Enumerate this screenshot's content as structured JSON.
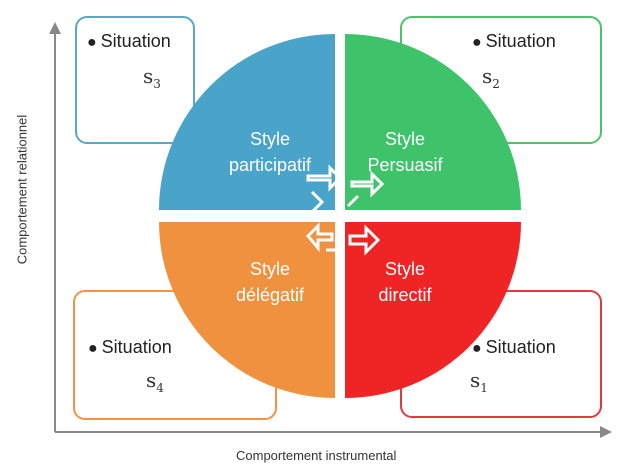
{
  "axes": {
    "x_label": "Comportement instrumental",
    "y_label": "Comportement relationnel"
  },
  "situations": {
    "s3": {
      "label": "Situation",
      "var": "s",
      "sub": "3",
      "border": "#5aa7c6"
    },
    "s2": {
      "label": "Situation",
      "var": "s",
      "sub": "2",
      "border": "#4cc26a"
    },
    "s4": {
      "label": "Situation",
      "var": "s",
      "sub": "4",
      "border": "#f0934a"
    },
    "s1": {
      "label": "Situation",
      "var": "s",
      "sub": "1",
      "border": "#e23a3a"
    }
  },
  "quadrants": {
    "participatif": {
      "line1": "Style",
      "line2": "participatif",
      "color": "#4aa3c8"
    },
    "persuasif": {
      "line1": "Style",
      "line2": "Persuasif",
      "color": "#3ec26a"
    },
    "delegatif": {
      "line1": "Style",
      "line2": "délégatif",
      "color": "#f0913f"
    },
    "directif": {
      "line1": "Style",
      "line2": "directif",
      "color": "#ef2424"
    }
  }
}
